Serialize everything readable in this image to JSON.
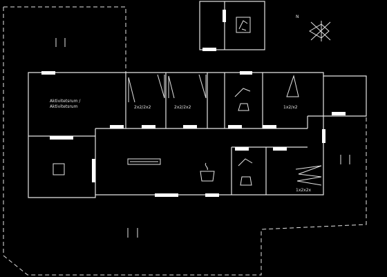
{
  "compass": {
    "north_label": "N"
  },
  "rooms": {
    "activity": {
      "line1": "Aktivitetsrum /",
      "line2": "Aktivitetsrum"
    },
    "wardrobe_a": {
      "label": "2x2/2x2"
    },
    "wardrobe_b": {
      "label": "2x2/2x2"
    },
    "wardrobe_c": {
      "label": "1x2/x2"
    },
    "storage": {
      "label": "1x2x2x"
    }
  },
  "colors": {
    "background": "#000000",
    "lines": "#e6e6e6",
    "doors": "#ffffff"
  }
}
